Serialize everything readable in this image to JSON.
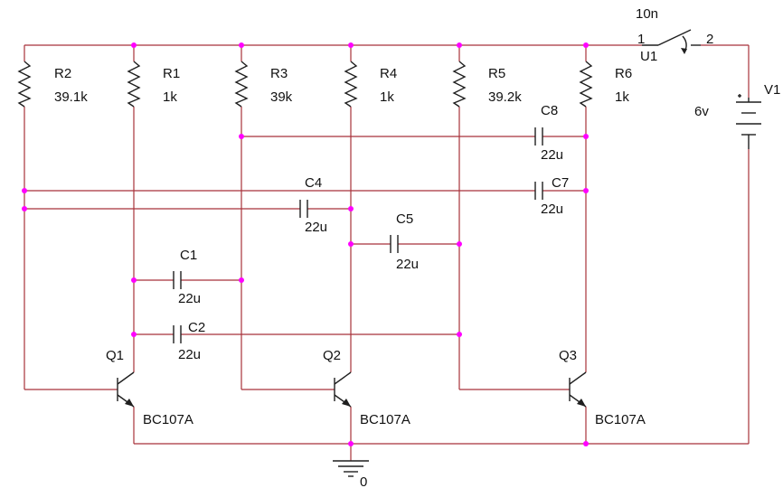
{
  "resistors": [
    {
      "ref": "R2",
      "value": "39.1k"
    },
    {
      "ref": "R1",
      "value": "1k"
    },
    {
      "ref": "R3",
      "value": "39k"
    },
    {
      "ref": "R4",
      "value": "1k"
    },
    {
      "ref": "R5",
      "value": "39.2k"
    },
    {
      "ref": "R6",
      "value": "1k"
    }
  ],
  "capacitors": [
    {
      "ref": "C8",
      "value": "22u"
    },
    {
      "ref": "C7",
      "value": "22u"
    },
    {
      "ref": "C4",
      "value": "22u"
    },
    {
      "ref": "C5",
      "value": "22u"
    },
    {
      "ref": "C1",
      "value": "22u"
    },
    {
      "ref": "C2",
      "value": "22u"
    }
  ],
  "transistors": [
    {
      "ref": "Q1",
      "model": "BC107A"
    },
    {
      "ref": "Q2",
      "model": "BC107A"
    },
    {
      "ref": "Q3",
      "model": "BC107A"
    }
  ],
  "switch": {
    "ref": "U1",
    "time": "10n",
    "pin1": "1",
    "pin2": "2"
  },
  "source": {
    "ref": "V1",
    "value": "6v"
  },
  "ground": {
    "label": "0"
  }
}
